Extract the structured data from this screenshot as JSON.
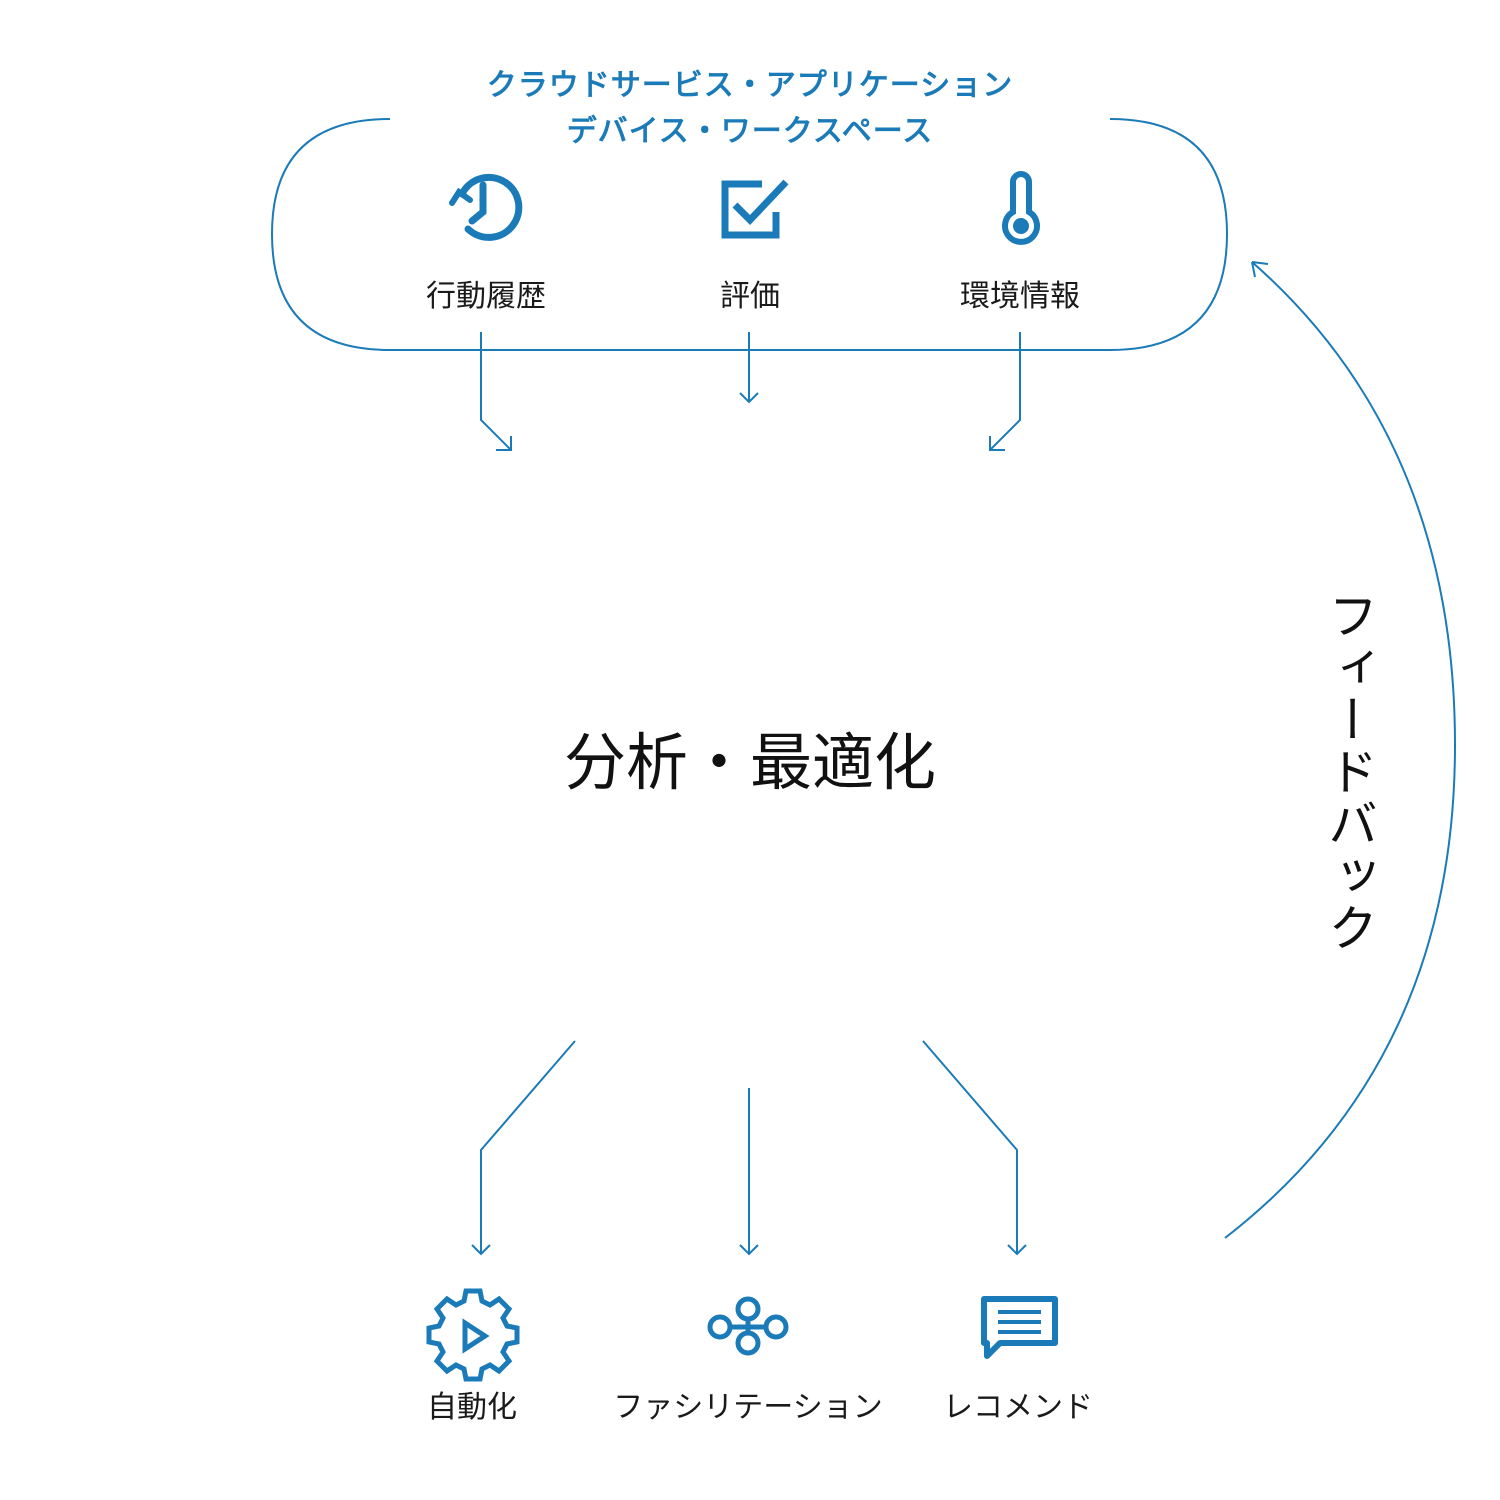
{
  "header": {
    "line1": "クラウドサービス・アプリケーション",
    "line2": "デバイス・ワークスペース"
  },
  "inputs": [
    {
      "icon": "history-icon",
      "label": "行動履歴"
    },
    {
      "icon": "checkbox-icon",
      "label": "評価"
    },
    {
      "icon": "thermometer-icon",
      "label": "環境情報"
    }
  ],
  "center": {
    "title": "分析・最適化"
  },
  "feedback": {
    "label": "フィードバック"
  },
  "outputs": [
    {
      "icon": "gear-play-icon",
      "label": "自動化"
    },
    {
      "icon": "network-icon",
      "label": "ファシリテーション"
    },
    {
      "icon": "chat-message-icon",
      "label": "レコメンド"
    }
  ],
  "colors": {
    "accent": "#1b7bb8",
    "text": "#1a1a1a"
  }
}
